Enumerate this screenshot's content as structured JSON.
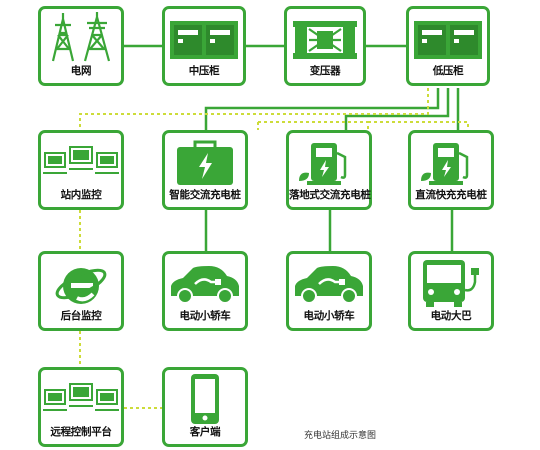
{
  "colors": {
    "primary": "#3aa637",
    "dark": "#2e8a2c",
    "dotted": "#cddc39"
  },
  "nodes": {
    "grid": {
      "label": "电网",
      "icon": "transmission-tower-icon"
    },
    "mv_cabinet": {
      "label": "中压柜",
      "icon": "switch-cabinet-icon"
    },
    "transformer": {
      "label": "变压器",
      "icon": "transformer-icon"
    },
    "lv_cabinet": {
      "label": "低压柜",
      "icon": "switch-cabinet-icon"
    },
    "station_monitor": {
      "label": "站内监控",
      "icon": "monitor-computers-icon"
    },
    "smart_ac_pile": {
      "label": "智能交流充电桩",
      "icon": "portable-charger-icon"
    },
    "floor_ac_pile": {
      "label": "落地式交流充电桩",
      "icon": "charging-pump-icon"
    },
    "dc_fast_pile": {
      "label": "直流快充充电桩",
      "icon": "charging-pump-icon"
    },
    "backend_monitor": {
      "label": "后台监控",
      "icon": "browser-e-icon"
    },
    "ev_car_1": {
      "label": "电动小轿车",
      "icon": "electric-car-icon"
    },
    "ev_car_2": {
      "label": "电动小轿车",
      "icon": "electric-car-icon"
    },
    "ev_bus": {
      "label": "电动大巴",
      "icon": "electric-bus-icon"
    },
    "remote_platform": {
      "label": "远程控制平台",
      "icon": "monitor-computers-icon"
    },
    "client": {
      "label": "客户端",
      "icon": "smartphone-icon"
    }
  },
  "caption": "充电站组成示意图"
}
